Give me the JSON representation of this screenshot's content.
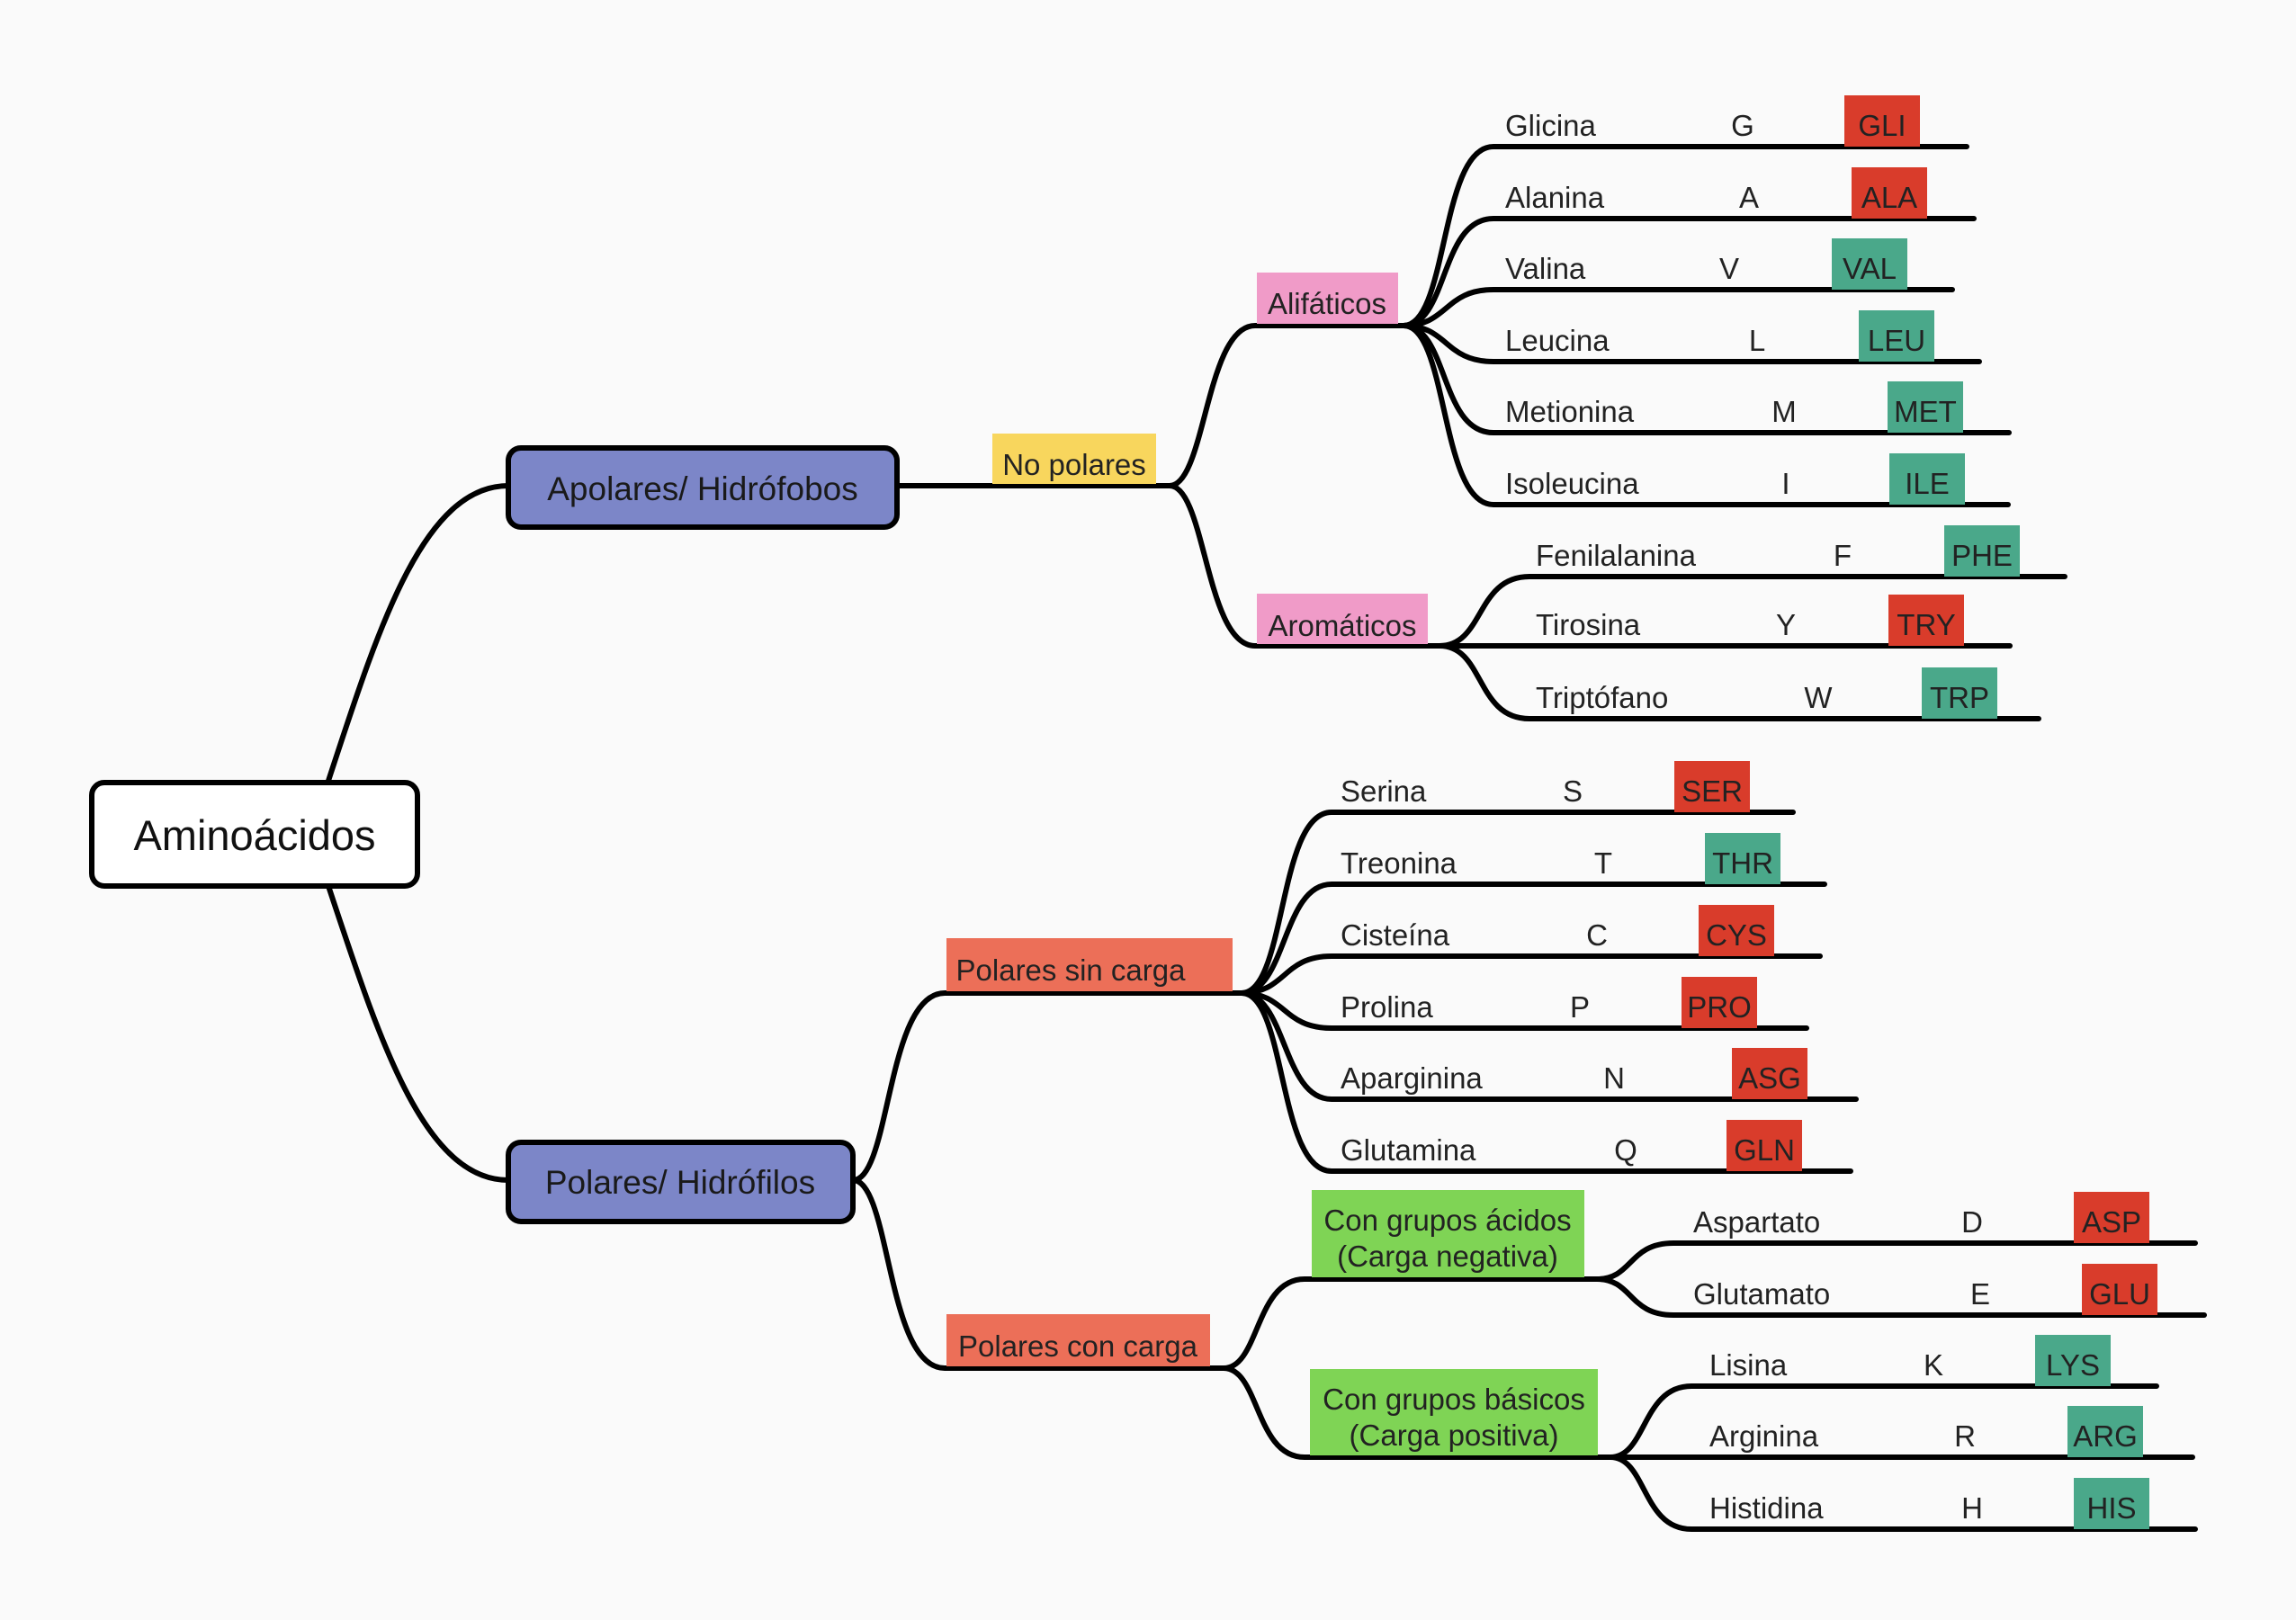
{
  "colors": {
    "root_fill": "#ffffff",
    "main_fill": "#7c86c8",
    "no_polares": "#f8d65d",
    "aromatic_aliphatic": "#f09bc8",
    "polares": "#ec6f58",
    "charged_groups": "#7fd455",
    "code_red": "#d93c2b",
    "code_teal": "#4aa88a"
  },
  "root": {
    "label": "Aminoácidos"
  },
  "apolares": {
    "label": "Apolares/ Hidrófobos",
    "no_polares": "No polares",
    "alifaticos": {
      "label": "Alifáticos",
      "items": [
        {
          "name": "Glicina",
          "letter": "G",
          "code": "GLI",
          "color": "red"
        },
        {
          "name": "Alanina",
          "letter": "A",
          "code": "ALA",
          "color": "red"
        },
        {
          "name": "Valina",
          "letter": "V",
          "code": "VAL",
          "color": "teal"
        },
        {
          "name": "Leucina",
          "letter": "L",
          "code": "LEU",
          "color": "teal"
        },
        {
          "name": "Metionina",
          "letter": "M",
          "code": "MET",
          "color": "teal"
        },
        {
          "name": "Isoleucina",
          "letter": "I",
          "code": "ILE",
          "color": "teal"
        }
      ]
    },
    "aromaticos": {
      "label": "Aromáticos",
      "items": [
        {
          "name": "Fenilalanina",
          "letter": "F",
          "code": "PHE",
          "color": "teal"
        },
        {
          "name": "Tirosina",
          "letter": "Y",
          "code": "TRY",
          "color": "red"
        },
        {
          "name": "Triptófano",
          "letter": "W",
          "code": "TRP",
          "color": "teal"
        }
      ]
    }
  },
  "polares": {
    "label": "Polares/ Hidrófilos",
    "sin_carga": {
      "label": "Polares sin carga",
      "items": [
        {
          "name": "Serina",
          "letter": "S",
          "code": "SER",
          "color": "red"
        },
        {
          "name": "Treonina",
          "letter": "T",
          "code": "THR",
          "color": "teal"
        },
        {
          "name": "Cisteína",
          "letter": "C",
          "code": "CYS",
          "color": "red"
        },
        {
          "name": "Prolina",
          "letter": "P",
          "code": "PRO",
          "color": "red"
        },
        {
          "name": "Aparginina",
          "letter": "N",
          "code": "ASG",
          "color": "red"
        },
        {
          "name": "Glutamina",
          "letter": "Q",
          "code": "GLN",
          "color": "red"
        }
      ]
    },
    "con_carga": {
      "label": "Polares con carga",
      "acidos": {
        "line1": "Con grupos ácidos",
        "line2": "(Carga negativa)",
        "items": [
          {
            "name": "Aspartato",
            "letter": "D",
            "code": "ASP",
            "color": "red"
          },
          {
            "name": "Glutamato",
            "letter": "E",
            "code": "GLU",
            "color": "red"
          }
        ]
      },
      "basicos": {
        "line1": "Con grupos básicos",
        "line2": "(Carga positiva)",
        "items": [
          {
            "name": "Lisina",
            "letter": "K",
            "code": "LYS",
            "color": "teal"
          },
          {
            "name": "Arginina",
            "letter": "R",
            "code": "ARG",
            "color": "teal"
          },
          {
            "name": "Histidina",
            "letter": "H",
            "code": "HIS",
            "color": "teal"
          }
        ]
      }
    }
  }
}
